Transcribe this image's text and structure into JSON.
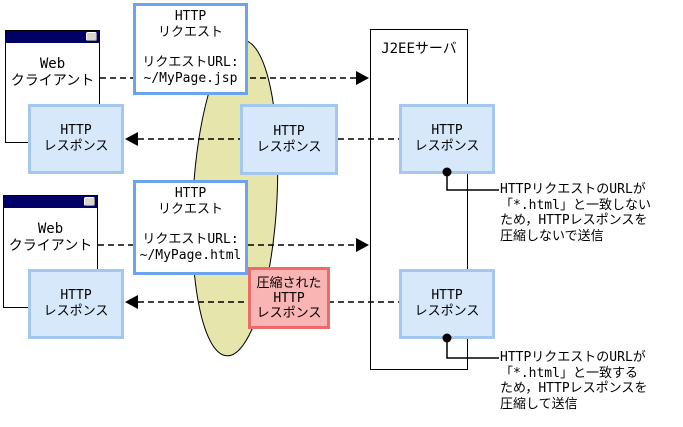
{
  "colors": {
    "titlebar": "#000066",
    "request_box_border": "#6ba3ee",
    "response_box_fill": "#d6e8fa",
    "response_box_border": "#a4c7ef",
    "compressed_box_fill": "#f9b4b4",
    "compressed_box_border": "#ee6a6a",
    "ellipse_fill": "#e6e6ac",
    "line_color": "#000000"
  },
  "clients": [
    {
      "label": [
        "Web",
        "クライアント"
      ],
      "response": [
        "HTTP",
        "レスポンス"
      ]
    },
    {
      "label": [
        "Web",
        "クライアント"
      ],
      "response": [
        "HTTP",
        "レスポンス"
      ]
    }
  ],
  "requests": [
    {
      "name": [
        "HTTP",
        "リクエスト"
      ],
      "url_label": "リクエストURL:",
      "url": "~/MyPage.jsp"
    },
    {
      "name": [
        "HTTP",
        "リクエスト"
      ],
      "url_label": "リクエストURL:",
      "url": "~/MyPage.html"
    }
  ],
  "transit_responses": [
    {
      "lines": [
        "HTTP",
        "レスポンス"
      ]
    },
    {
      "lines": [
        "圧縮された",
        "HTTP",
        "レスポンス"
      ]
    }
  ],
  "server": {
    "label": "J2EEサーバ",
    "responses": [
      [
        "HTTP",
        "レスポンス"
      ],
      [
        "HTTP",
        "レスポンス"
      ]
    ]
  },
  "annotations": [
    {
      "lines": [
        "HTTPリクエストのURLが",
        "「*.html」と一致しない",
        "ため，HTTPレスポンスを",
        "圧縮しないで送信"
      ]
    },
    {
      "lines": [
        "HTTPリクエストのURLが",
        "「*.html」と一致する",
        "ため，HTTPレスポンスを",
        "圧縮して送信"
      ]
    }
  ]
}
